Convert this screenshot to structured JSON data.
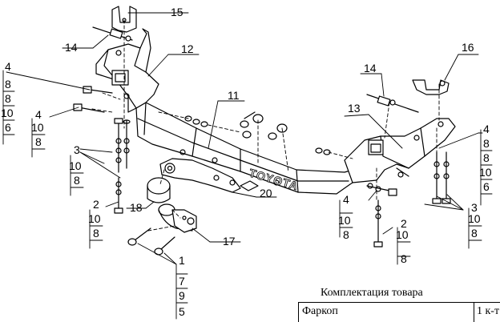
{
  "callouts": {
    "c15": "15",
    "c14a": "14",
    "c12": "12",
    "c11": "11",
    "c14b": "14",
    "c16": "16",
    "c13": "13",
    "c20": "20",
    "c18": "18",
    "c17": "17",
    "left_stack_top": [
      "4",
      "8",
      "8",
      "10",
      "6"
    ],
    "left_stack_mid": [
      "4",
      "10",
      "8"
    ],
    "left_stack_3": [
      "3",
      "10",
      "8"
    ],
    "left_stack_2": [
      "2",
      "10",
      "8"
    ],
    "bottom_stack_1": [
      "1",
      "7",
      "9",
      "5"
    ],
    "right_stack_top": [
      "4",
      "8",
      "8",
      "10",
      "6"
    ],
    "right_stack_3": [
      "3",
      "10",
      "8"
    ],
    "right_stack_mid": [
      "4",
      "10",
      "8"
    ],
    "right_stack_2": [
      "2",
      "10",
      "8"
    ]
  },
  "brand_text": "TOYOTA",
  "table": {
    "title": "Комплектация товара",
    "row_name": "Фаркоп",
    "row_qty": "1 к-т"
  }
}
